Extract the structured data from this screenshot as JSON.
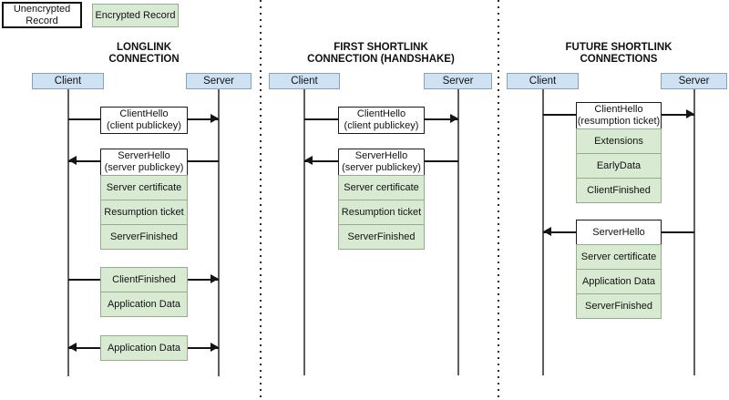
{
  "legend": {
    "unencrypted_label": "Unencrypted\nRecord",
    "encrypted_label": "Encrypted Record"
  },
  "colors": {
    "unencrypted_fill": "#ffffff",
    "unencrypted_border": "#1a1a1a",
    "encrypted_fill": "#d9ead3",
    "encrypted_border": "#93ae8c",
    "actor_fill": "#cfe2f3",
    "actor_border": "#8ba0b5",
    "lifeline": "#5f5f5f",
    "arrow": "#141414"
  },
  "columns": [
    {
      "id": "longlink-connection",
      "title": "LONGLINK\nCONNECTION",
      "client_label": "Client",
      "server_label": "Server",
      "groups": [
        {
          "arrow": "right",
          "rows": [
            {
              "type": "unencrypted",
              "label": "ClientHello\n(client publickey)"
            }
          ]
        },
        {
          "arrow": "left",
          "rows": [
            {
              "type": "unencrypted",
              "label": "ServerHello\n(server publickey)"
            },
            {
              "type": "encrypted",
              "label": "Server certificate"
            },
            {
              "type": "encrypted",
              "label": "Resumption ticket"
            },
            {
              "type": "encrypted",
              "label": "ServerFinished"
            }
          ]
        },
        {
          "arrow": "right",
          "rows": [
            {
              "type": "encrypted",
              "label": "ClientFinished"
            },
            {
              "type": "encrypted",
              "label": "Application Data"
            }
          ]
        },
        {
          "arrow": "both",
          "rows": [
            {
              "type": "encrypted",
              "label": "Application Data"
            }
          ]
        }
      ]
    },
    {
      "id": "first-shortlink-connection",
      "title": "FIRST SHORTLINK\nCONNECTION (HANDSHAKE)",
      "client_label": "Client",
      "server_label": "Server",
      "groups": [
        {
          "arrow": "right",
          "rows": [
            {
              "type": "unencrypted",
              "label": "ClientHello\n(client publickey)"
            }
          ]
        },
        {
          "arrow": "left",
          "rows": [
            {
              "type": "unencrypted",
              "label": "ServerHello\n(server publickey)"
            },
            {
              "type": "encrypted",
              "label": "Server certificate"
            },
            {
              "type": "encrypted",
              "label": "Resumption ticket"
            },
            {
              "type": "encrypted",
              "label": "ServerFinished"
            }
          ]
        }
      ]
    },
    {
      "id": "future-shortlink-connections",
      "title": "FUTURE SHORTLINK\nCONNECTIONS",
      "client_label": "Client",
      "server_label": "Server",
      "groups": [
        {
          "arrow": "right",
          "rows": [
            {
              "type": "unencrypted",
              "label": "ClientHello\n(resumption ticket)"
            },
            {
              "type": "encrypted",
              "label": "Extensions"
            },
            {
              "type": "encrypted",
              "label": "EarlyData"
            },
            {
              "type": "encrypted",
              "label": "ClientFinished"
            }
          ]
        },
        {
          "arrow": "left",
          "rows": [
            {
              "type": "unencrypted",
              "label": "ServerHello"
            },
            {
              "type": "encrypted",
              "label": "Server certificate"
            },
            {
              "type": "encrypted",
              "label": "Application Data"
            },
            {
              "type": "encrypted",
              "label": "ServerFinished"
            }
          ]
        }
      ]
    }
  ]
}
